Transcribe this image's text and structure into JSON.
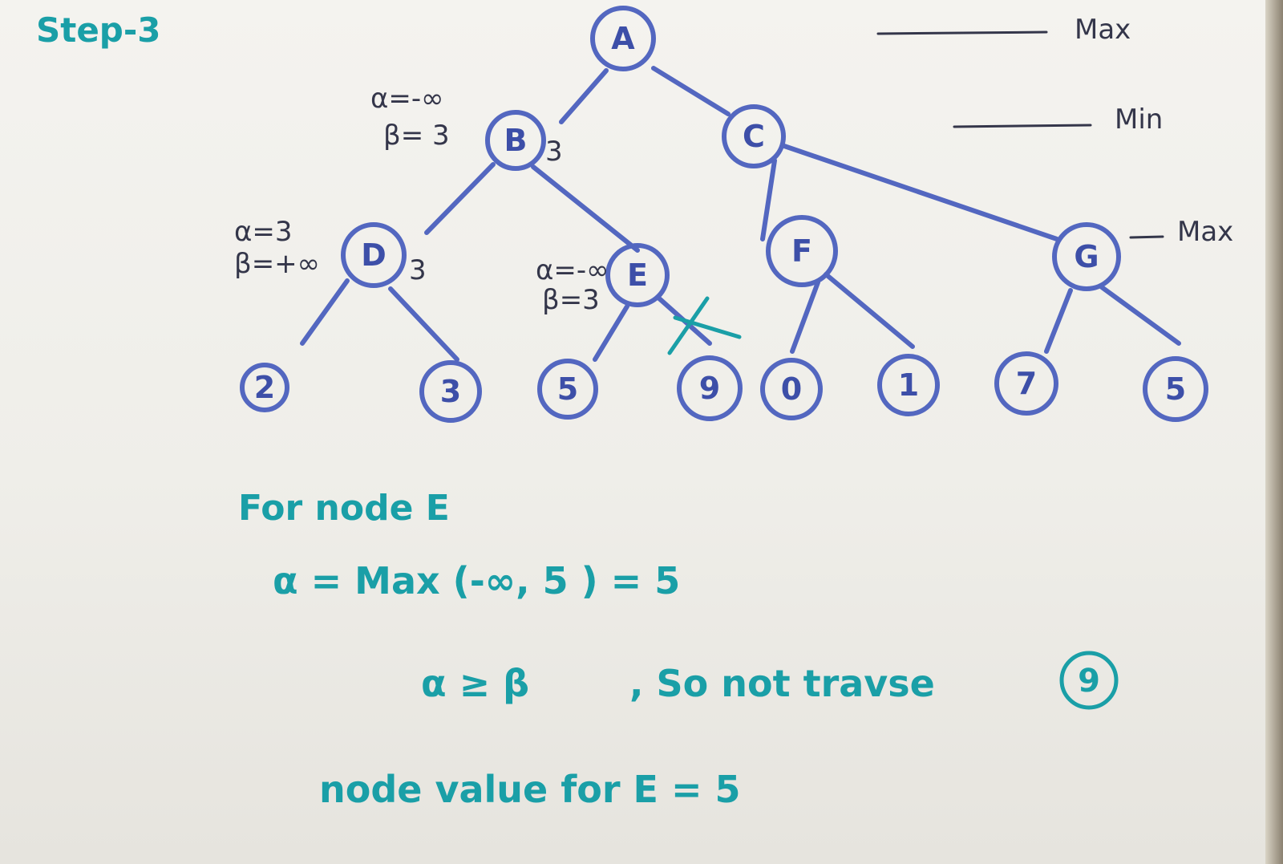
{
  "title": "Step-3",
  "levels": [
    {
      "label": "Max"
    },
    {
      "label": "Min"
    },
    {
      "label": "Max"
    }
  ],
  "nodes": {
    "A": {
      "label": "A"
    },
    "B": {
      "label": "B",
      "value": "3",
      "alpha": "α=-∞",
      "beta": "β= 3"
    },
    "C": {
      "label": "C"
    },
    "D": {
      "label": "D",
      "value": "3",
      "alpha": "α=3",
      "beta": "β=+∞"
    },
    "E": {
      "label": "E",
      "alpha": "α=-∞",
      "beta": "β=3"
    },
    "F": {
      "label": "F"
    },
    "G": {
      "label": "G"
    }
  },
  "leaves": [
    "2",
    "3",
    "5",
    "9",
    "0",
    "1",
    "7",
    "5"
  ],
  "explanation": {
    "heading": "For node E",
    "line1": "α = Max (-∞, 5 ) = 5",
    "line2_cond": "α ≥ β",
    "line2_text": ", So not travse",
    "line2_circled": "9",
    "line3": "node value for E = 5"
  },
  "colors": {
    "tree_ink": "#5367c0",
    "teal_ink": "#1a9fa7",
    "pencil": "#34364a"
  }
}
